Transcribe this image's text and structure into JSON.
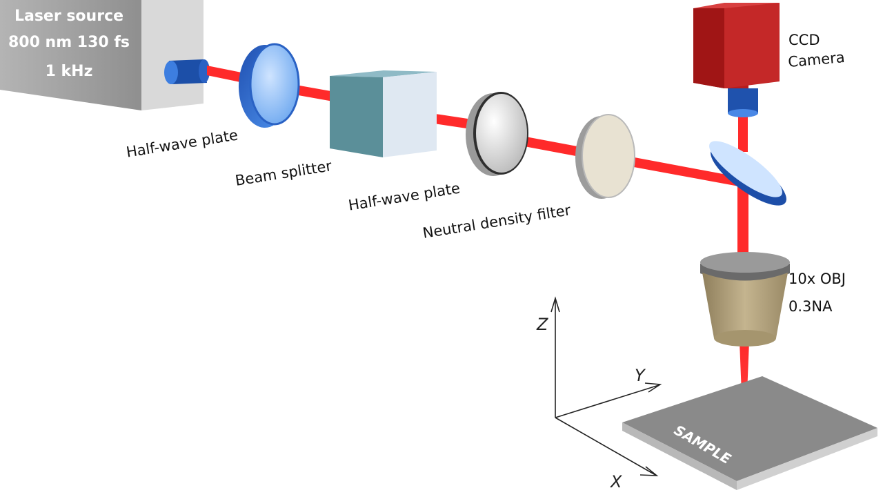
{
  "laser": {
    "line1": "Laser source",
    "line2": "800 nm  130 fs",
    "line3": "1 kHz",
    "box_color": "#a8a8a8"
  },
  "components": {
    "hwp1": "Half-wave plate",
    "beam_splitter": "Beam splitter",
    "hwp2": "Half-wave plate",
    "nd_filter": "Neutral density filter",
    "ccd_line1": "CCD",
    "ccd_line2": "Camera",
    "objective_line1": "10x OBJ",
    "objective_line2": "0.3NA",
    "sample": "SAMPLE"
  },
  "axes": {
    "x": "X",
    "y": "Y",
    "z": "Z"
  },
  "colors": {
    "beam": "#ff2a2a",
    "optic_blue": "#2f6fd6",
    "camera_red": "#c42020",
    "cube_teal": "#5b8f99",
    "objective_tan": "#b0a07e",
    "sample_gray": "#8a8a8a"
  }
}
